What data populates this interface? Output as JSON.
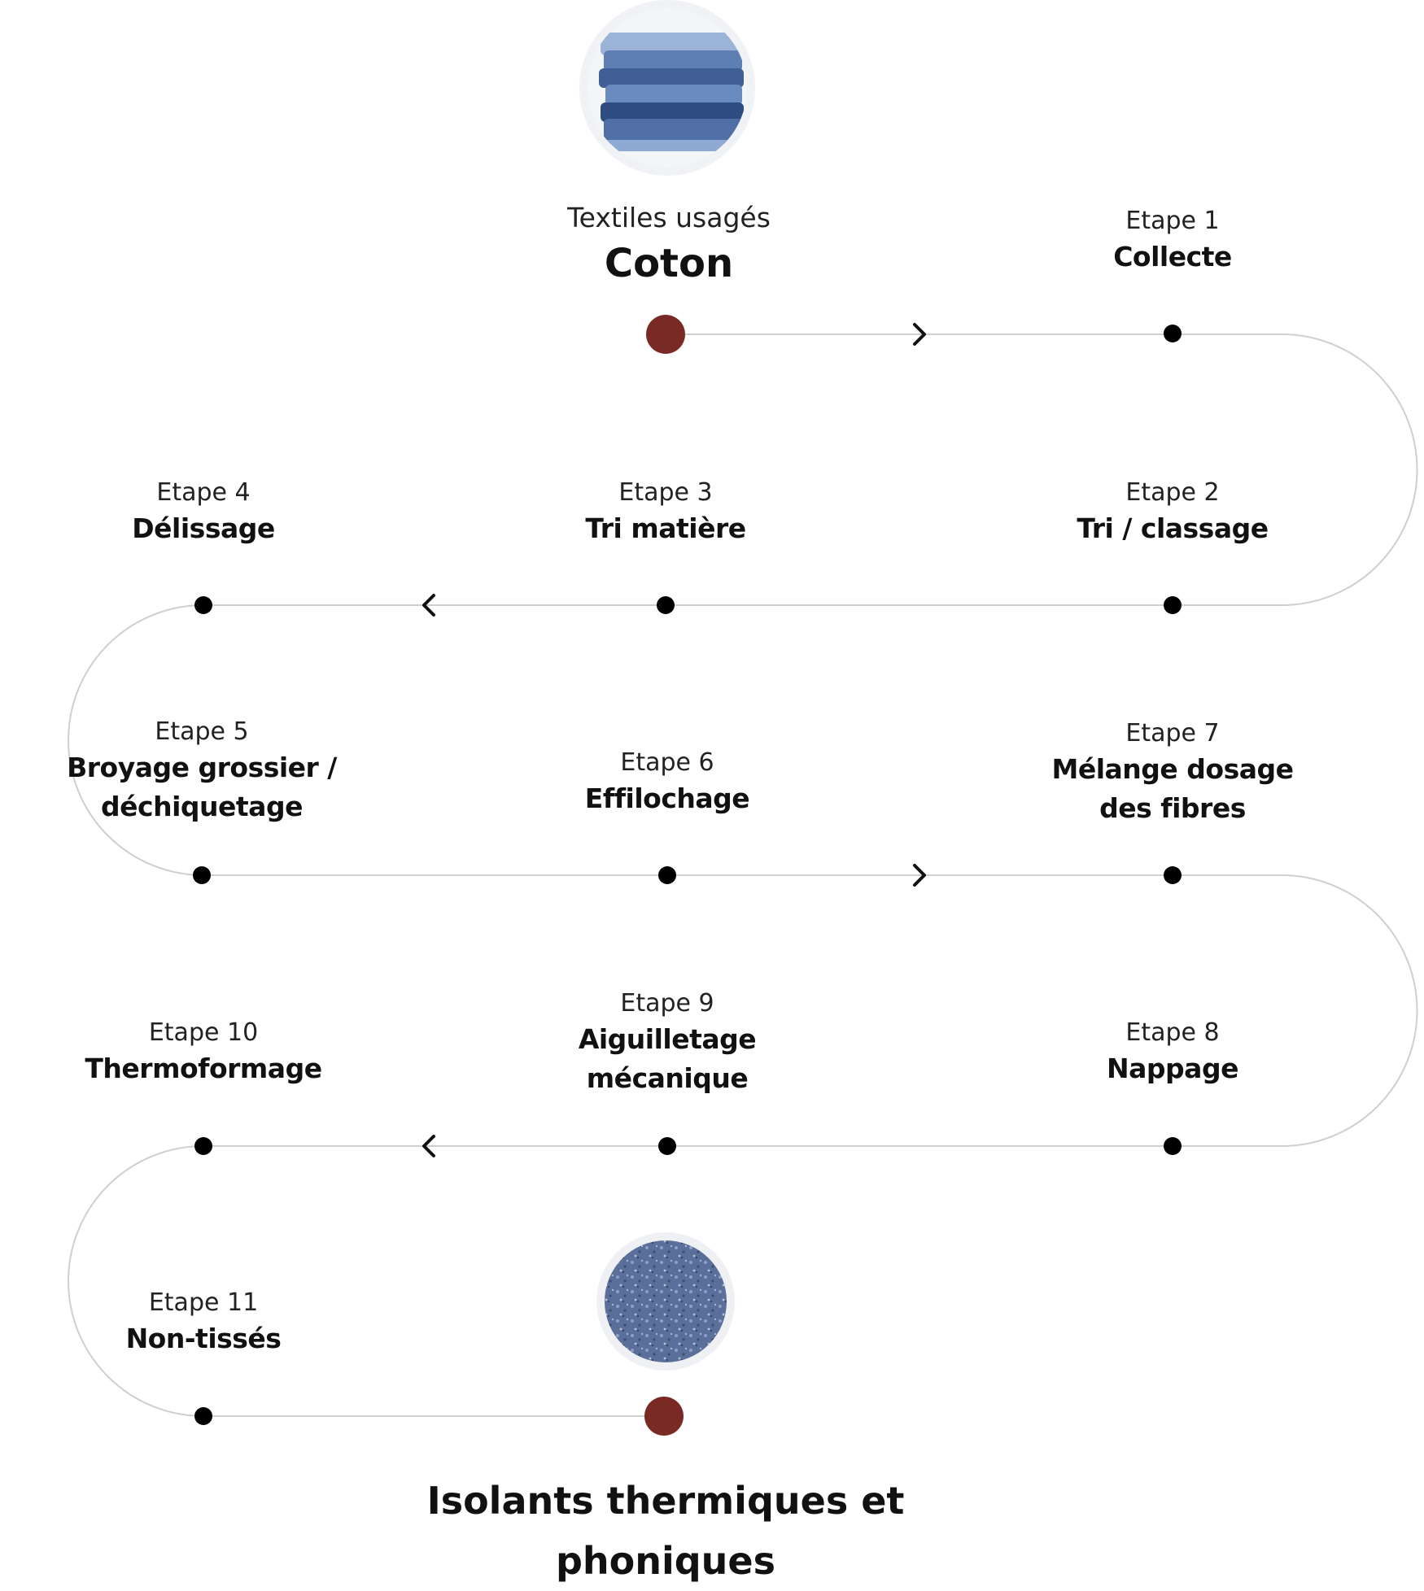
{
  "start": {
    "subtitle": "Textiles usagés",
    "title": "Coton",
    "image_icon": "denim-stack-photo"
  },
  "end": {
    "title_line1": "Isolants thermiques et",
    "title_line2": "phoniques",
    "image_icon": "fiber-insulation-photo"
  },
  "steps": [
    {
      "number": "Etape 1",
      "name": "Collecte"
    },
    {
      "number": "Etape 2",
      "name": "Tri / classage"
    },
    {
      "number": "Etape 3",
      "name": "Tri matière"
    },
    {
      "number": "Etape 4",
      "name": "Délissage"
    },
    {
      "number": "Etape 5",
      "name": "Broyage grossier /",
      "name2": "déchiquetage"
    },
    {
      "number": "Etape 6",
      "name": "Effilochage"
    },
    {
      "number": "Etape 7",
      "name": "Mélange dosage",
      "name2": "des fibres"
    },
    {
      "number": "Etape 8",
      "name": "Nappage"
    },
    {
      "number": "Etape 9",
      "name": "Aiguilletage",
      "name2": "mécanique"
    },
    {
      "number": "Etape 10",
      "name": "Thermoformage"
    },
    {
      "number": "Etape 11",
      "name": "Non-tissés"
    }
  ],
  "colors": {
    "accent": "#7a2a24",
    "line": "#cfcfcf",
    "dot": "#000000"
  },
  "icons": {
    "arrow": "chevron-icon"
  }
}
